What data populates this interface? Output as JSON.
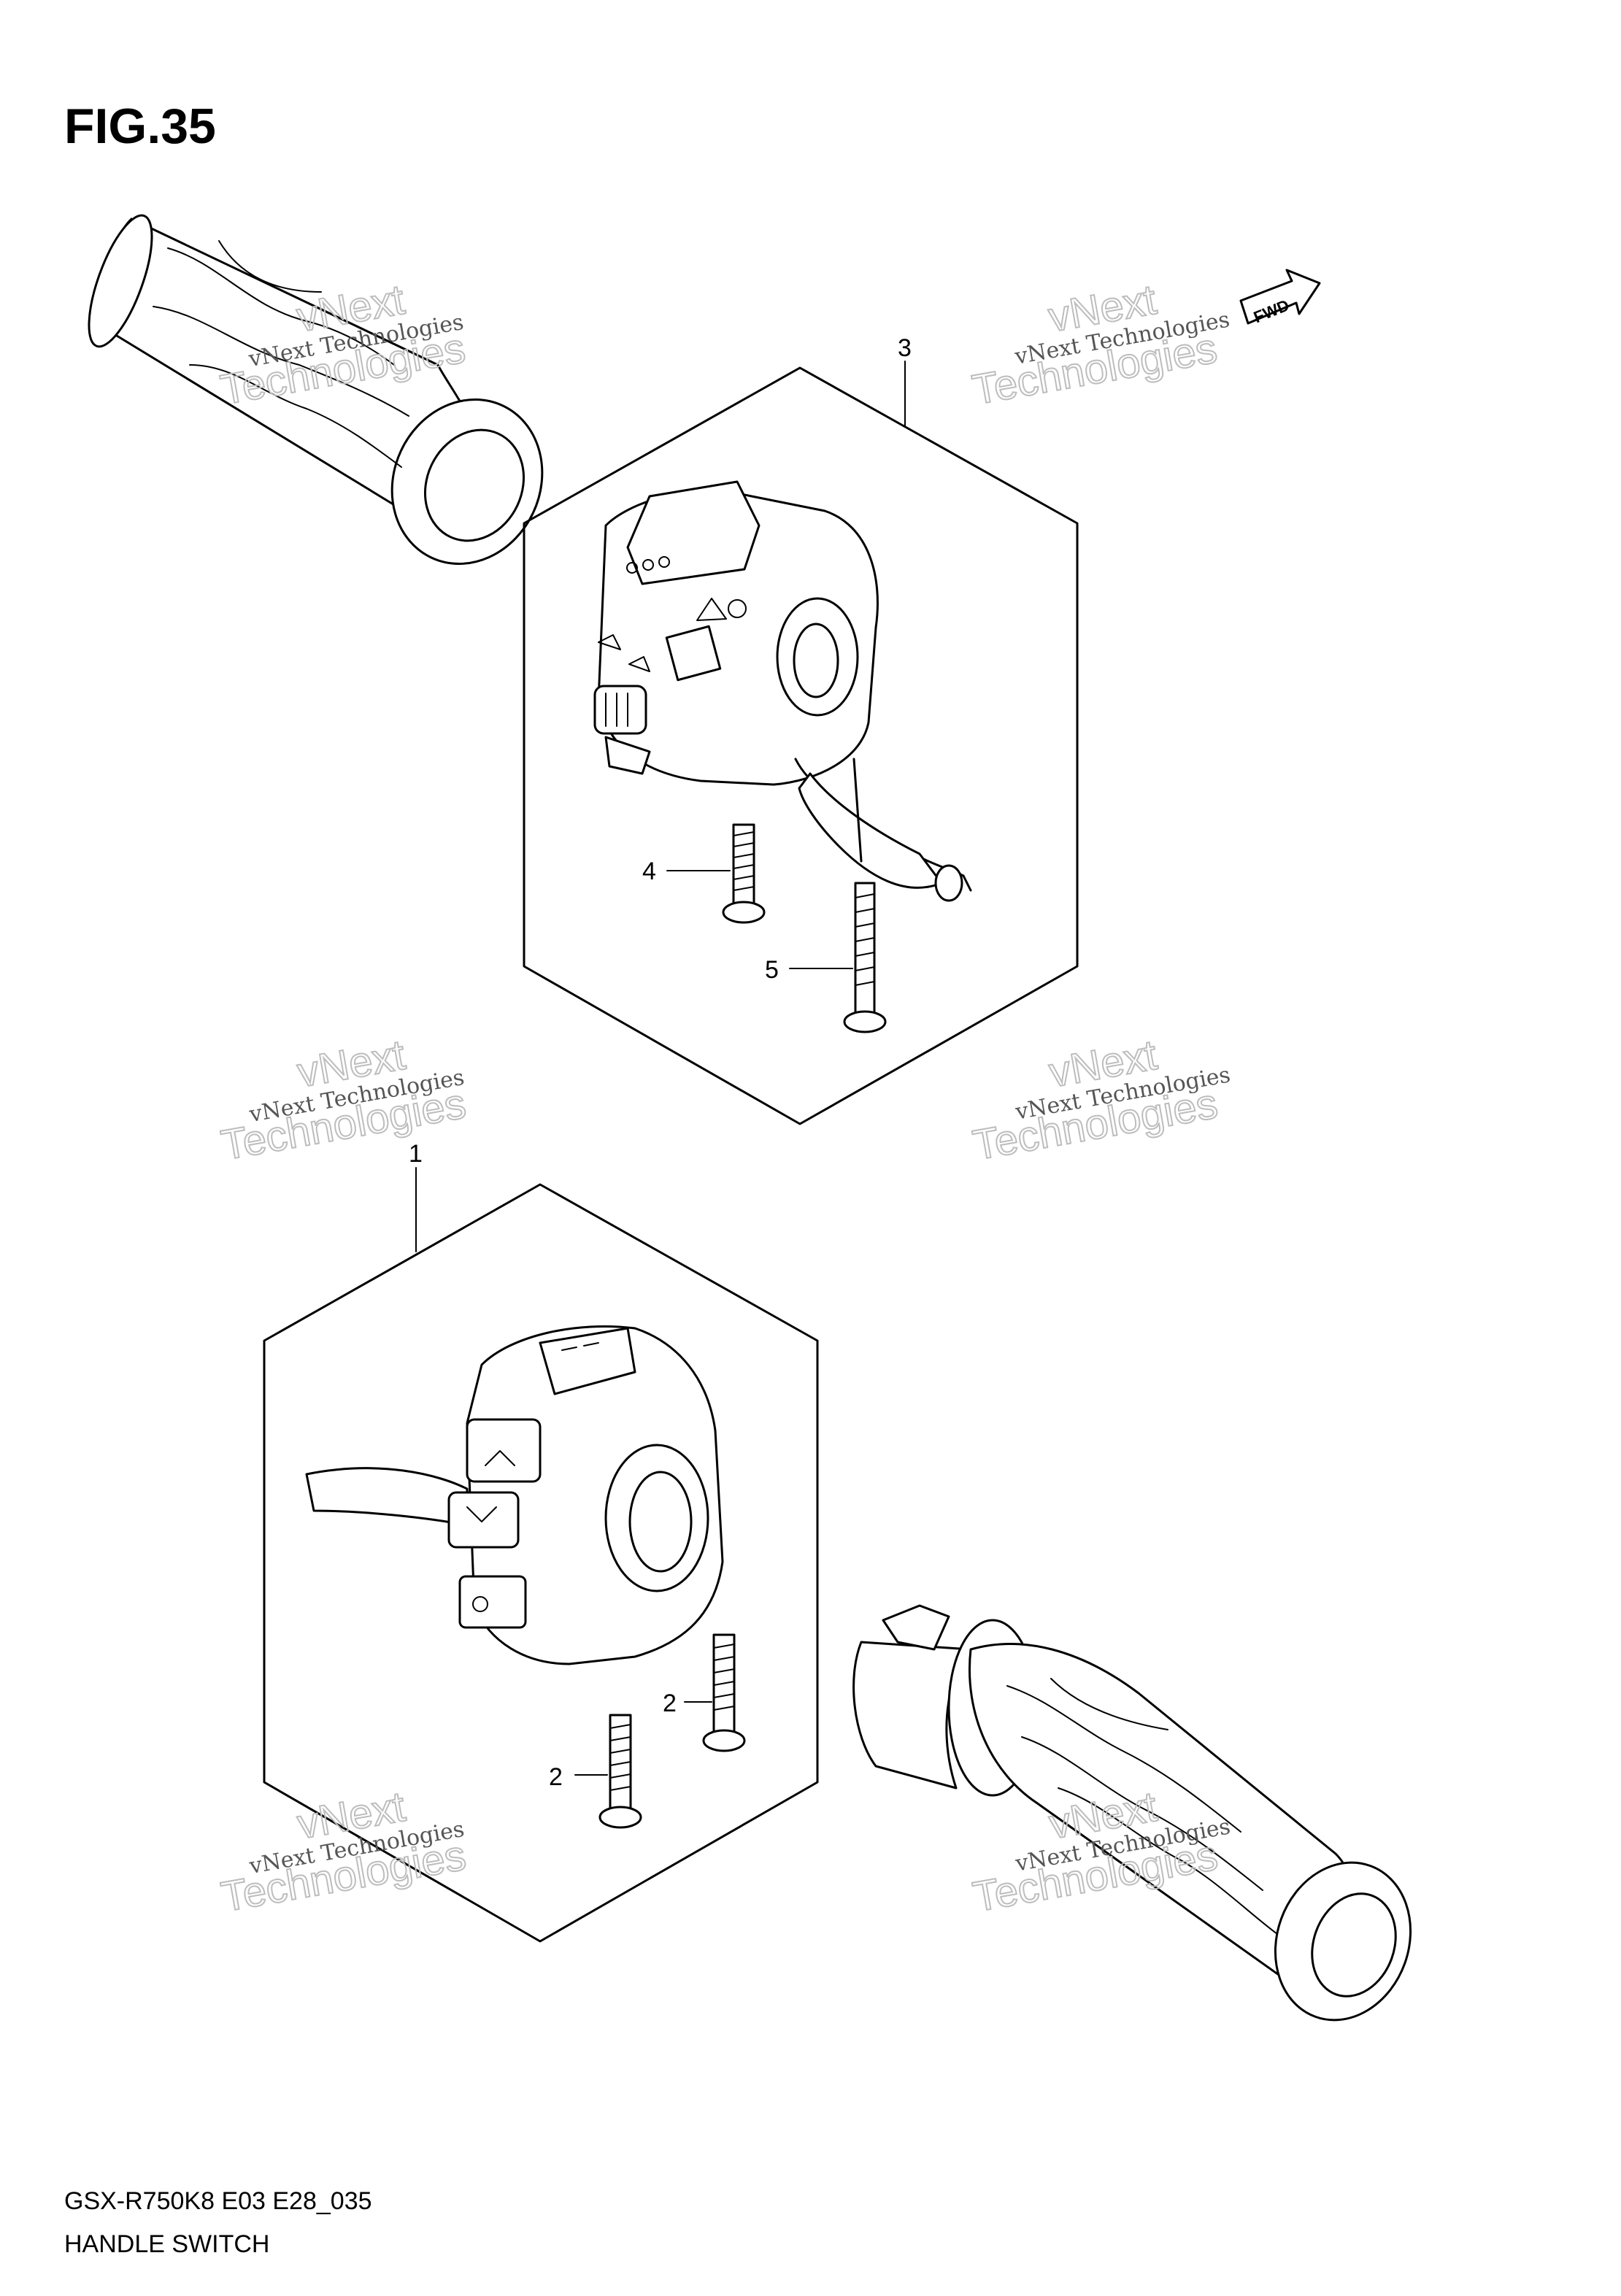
{
  "figure": {
    "title": "FIG.35",
    "model_code": "GSX-R750K8 E03 E28_035",
    "part_group": "HANDLE SWITCH"
  },
  "callouts": {
    "c1": "1",
    "c2a": "2",
    "c2b": "2",
    "c3": "3",
    "c4": "4",
    "c5": "5"
  },
  "direction_badge": "FWD",
  "watermark": {
    "brand_line": "vNext Technologies",
    "big_word_1": "vNext",
    "big_word_2": "Technologies"
  },
  "icons": [
    "left-grip-icon",
    "right-grip-icon",
    "right-switch-icon",
    "left-switch-icon",
    "screw-icon",
    "fwd-arrow-icon"
  ]
}
